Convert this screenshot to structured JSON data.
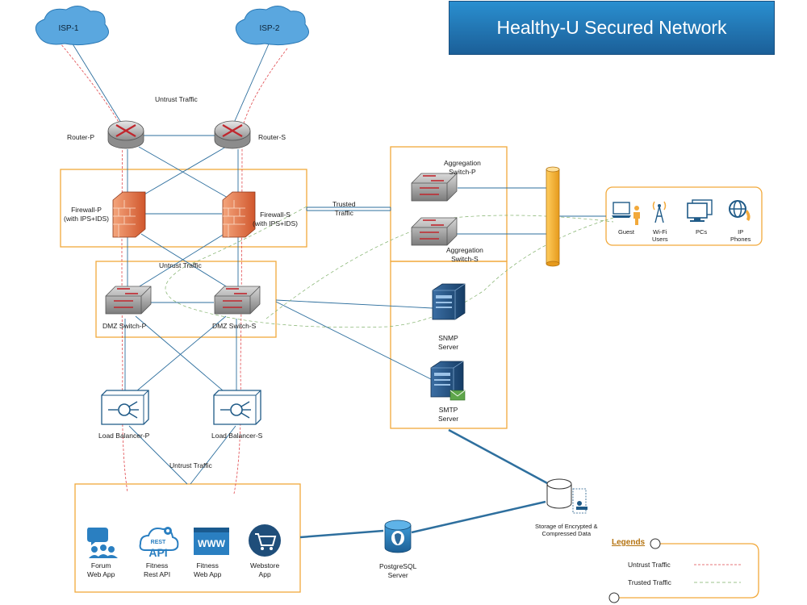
{
  "title": "Healthy-U Secured Network",
  "isp": {
    "isp1": "ISP-1",
    "isp2": "ISP-2"
  },
  "traffic_labels": {
    "untrust_top": "Untrust Traffic",
    "untrust_mid": "Untrust Traffic",
    "untrust_bottom": "Untrust Traffic",
    "trusted_line1": "Trusted",
    "trusted_line2": "Traffic"
  },
  "routers": {
    "primary": "Router-P",
    "secondary": "Router-S"
  },
  "firewalls": {
    "primary_line1": "Firewall-P",
    "primary_line2": "(with IPS+IDS)",
    "secondary_line1": "Firewall-S",
    "secondary_line2": "(with IPS+IDS)"
  },
  "dmz": {
    "primary": "DMZ Switch-P",
    "secondary": "DMZ Switch-S"
  },
  "load_balancers": {
    "primary": "Load Balancer-P",
    "secondary": "Load Balancer-S"
  },
  "aggregation": {
    "primary_line1": "Aggregation",
    "primary_line2": "Switch-P",
    "secondary_line1": "Aggregation",
    "secondary_line2": "Switch-S"
  },
  "servers": {
    "snmp_line1": "SNMP",
    "snmp_line2": "Server",
    "smtp_line1": "SMTP",
    "smtp_line2": "Server",
    "postgres_line1": "PostgreSQL",
    "postgres_line2": "Server"
  },
  "storage": {
    "line1": "Storage of Encrypted &",
    "line2": "Compressed Data"
  },
  "endpoints": {
    "guest": "Guest",
    "wifi_line1": "Wi-Fi",
    "wifi_line2": "Users",
    "pcs": "PCs",
    "ip_line1": "IP",
    "ip_line2": "Phones"
  },
  "apps": {
    "forum_line1": "Forum",
    "forum_line2": "Web App",
    "rest_icon_line1": "REST",
    "rest_icon_line2": "API",
    "rest_line1": "Fitness",
    "rest_line2": "Rest API",
    "www_icon": "WWW",
    "fitness_line1": "Fitness",
    "fitness_line2": "Web App",
    "webstore_line1": "Webstore",
    "webstore_line2": "App"
  },
  "legend": {
    "title": "Legends",
    "untrust": "Untrust Traffic",
    "trusted": "Trusted Traffic"
  },
  "colors": {
    "zone_border": "#f2a93b",
    "link": "#2e6f9e",
    "untrust": "#e0474c",
    "trusted": "#7fb069",
    "bus": "#f5b335",
    "banner": "#1e6aa8"
  }
}
